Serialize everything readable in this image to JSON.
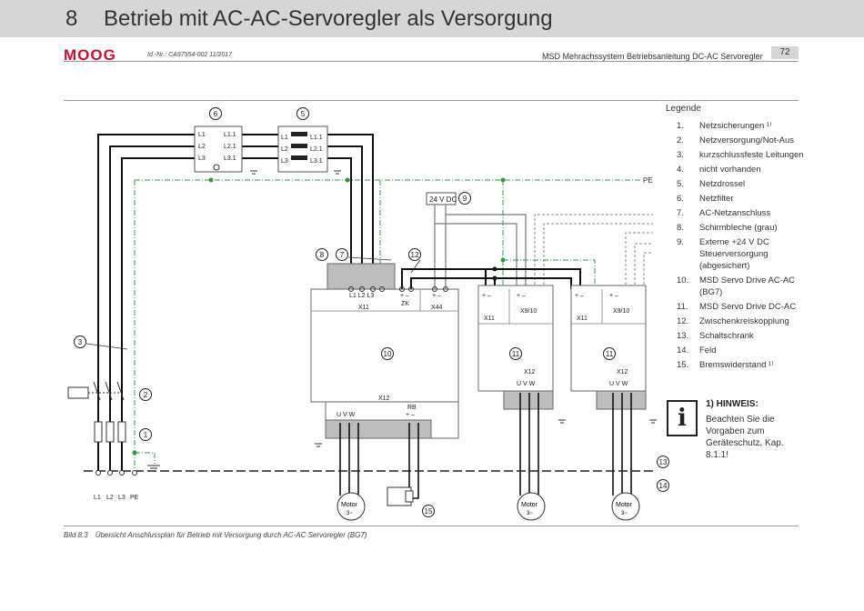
{
  "header": {
    "chapter_number": "8",
    "chapter_title": "Betrieb mit AC-AC-Servoregler als Versorgung",
    "logo": "MOOG",
    "doc_id": "Id.-Nr.: CA97554-002 11/2017",
    "manual_title": "MSD Mehrachssystem Betriebsanleitung DC-AC Servoregler",
    "page_number": "72"
  },
  "legend": {
    "title": "Legende",
    "items": [
      {
        "num": "1.",
        "text": "Netzsicherungen ¹⁾"
      },
      {
        "num": "2.",
        "text": "Netzversorgung/Not-Aus"
      },
      {
        "num": "3.",
        "text": "kurzschlussfeste Leitungen"
      },
      {
        "num": "4.",
        "text": "nicht vorhanden"
      },
      {
        "num": "5.",
        "text": "Netzdrossel"
      },
      {
        "num": "6.",
        "text": "Netzfilter"
      },
      {
        "num": "7.",
        "text": "AC-Netzanschluss"
      },
      {
        "num": "8.",
        "text": "Schirmbleche (grau)"
      },
      {
        "num": "9.",
        "text": "Externe +24 V DC Steuerversorgung (abgesichert)"
      },
      {
        "num": "10.",
        "text": "MSD Servo Drive AC-AC (BG7)"
      },
      {
        "num": "11.",
        "text": "MSD Servo Drive DC-AC"
      },
      {
        "num": "12.",
        "text": "Zwischenkreiskopplung"
      },
      {
        "num": "13.",
        "text": "Schaltschrank"
      },
      {
        "num": "14.",
        "text": "Feld"
      },
      {
        "num": "15.",
        "text": "Bremswiderstand ¹⁾"
      }
    ]
  },
  "note": {
    "icon": "info-icon",
    "heading": "1) HINWEIS:",
    "text": "Beachten Sie die Vorgaben zum Geräteschutz, Kap. 8.1.1!"
  },
  "caption": {
    "number": "Bild 8.3",
    "text": "Übersicht Anschlussplan für Betrieb mit Versorgung durch AC-AC Servoregler (BG7)"
  },
  "diagram": {
    "callouts": [
      "6",
      "5",
      "8",
      "7",
      "12",
      "9",
      "3",
      "10",
      "11",
      "11",
      "2",
      "1",
      "13",
      "14",
      "15"
    ],
    "filter_labels": {
      "in": [
        "L1",
        "L2",
        "L3"
      ],
      "out": [
        "L1.1",
        "L2.1",
        "L3.1"
      ]
    },
    "choke_labels": {
      "in": [
        "L1",
        "L2",
        "L3"
      ],
      "out": [
        "L1.1",
        "L2.1",
        "L3.1"
      ]
    },
    "pe_label": "PE",
    "supply_label": "24 V DC",
    "main_drive": {
      "x11_terminals": "L1 L2 L3",
      "zk_label": "ZK",
      "x11_label": "X11",
      "x44_label": "X44",
      "x12_label": "X12",
      "uvw": "U  V  W",
      "rb_label": "RB",
      "pm": "+  –"
    },
    "axis_drive": {
      "x11_label": "X11",
      "x910_label": "X9/10",
      "x12_label": "X12",
      "uvw": "U  V  W",
      "pm": "+  –"
    },
    "bottom_labels": [
      "L1",
      "L2",
      "L3",
      "PE"
    ],
    "motor_label": "Motor",
    "motor_sub": "3~"
  }
}
